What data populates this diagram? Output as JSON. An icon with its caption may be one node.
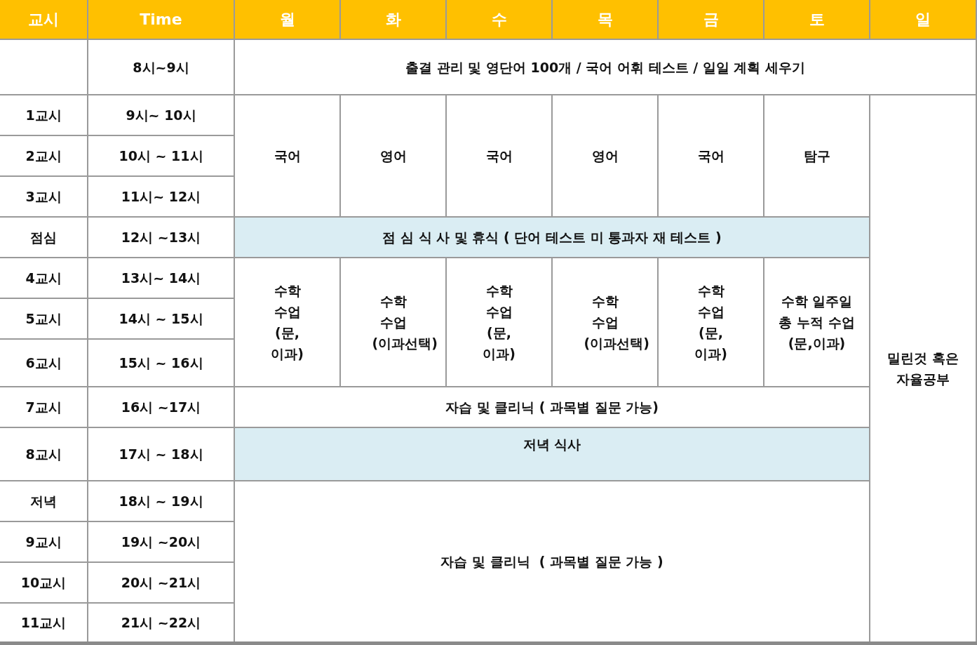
{
  "diagram": {
    "labels": [
      "교시",
      "Time",
      "월",
      "화",
      "수",
      "목",
      "금",
      "토",
      "일",
      "8시~9시",
      "출결 관리 및 영단어 100개 / 국어 어휘 테스트 / 일일 계획 세우기",
      "1교시",
      "9시~ 10시",
      "국어",
      "영어",
      "국어",
      "영어",
      "국어",
      "탐구",
      "밀린것 혹은 자율공부",
      "2교시",
      "10시 ~ 11시",
      "3교시",
      "11시~ 12시",
      "점심",
      "12시 ~13시",
      "점 심 식 사 및 휴식 ( 단어 테스트 미 통과자 재 테스트 )",
      "4교시",
      "13시~ 14시",
      "수학 수업 (문,이과)",
      "수학 수업 (이과선택)",
      "수학 수업 (문,이과)",
      "수학 수업 (이과선택)",
      "수학 수업 (문,이과)",
      "수학 일주일 총 누적 수업 (문,이과)",
      "5교시",
      "14시 ~ 15시",
      "6교시",
      "15시 ~ 16시",
      "7교시",
      "16시 ~17시",
      "자습 및 클리닉 ( 과목별 질문 가능)",
      "8교시",
      "17시 ~ 18시",
      "저녁 식사",
      "저녁",
      "18시 ~ 19시",
      "자습 및 클리닉  ( 과목별 질문 가능 )",
      "9교시",
      "19시 ~20시",
      "10교시",
      "20시 ~21시",
      "11교시",
      "21시 ~22시"
    ]
  }
}
